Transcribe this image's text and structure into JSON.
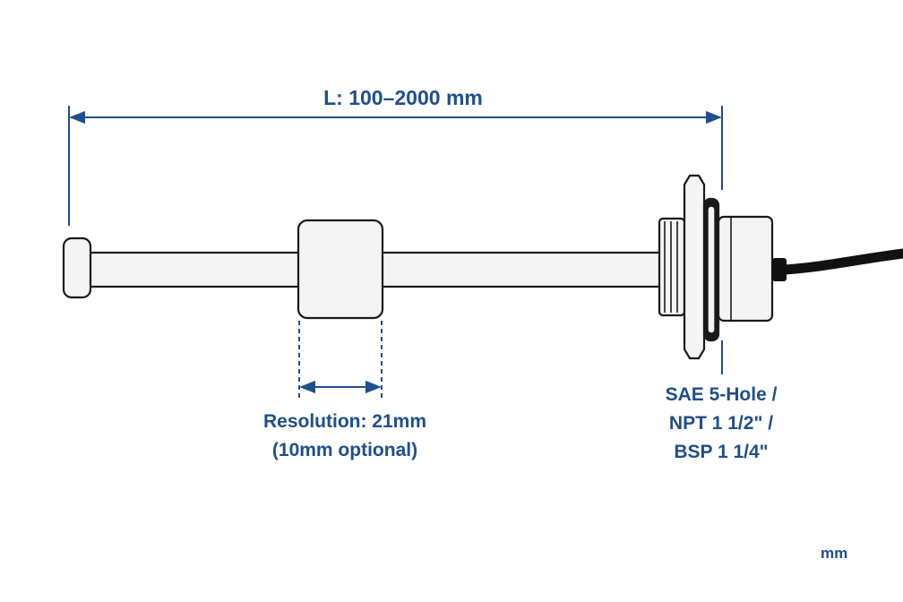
{
  "labels": {
    "length": "L: 100–2000 mm",
    "resolution_line1": "Resolution: 21mm",
    "resolution_line2": "(10mm optional)",
    "thread_line1": "SAE 5-Hole /",
    "thread_line2": "NPT 1 1/2\" /",
    "thread_line3": "BSP 1 1/4\"",
    "unit": "mm"
  },
  "colors": {
    "dimension": "#1f4e8c",
    "outline": "#1a1a1a",
    "body_fill": "#f4f4f4",
    "cable": "#111111"
  }
}
